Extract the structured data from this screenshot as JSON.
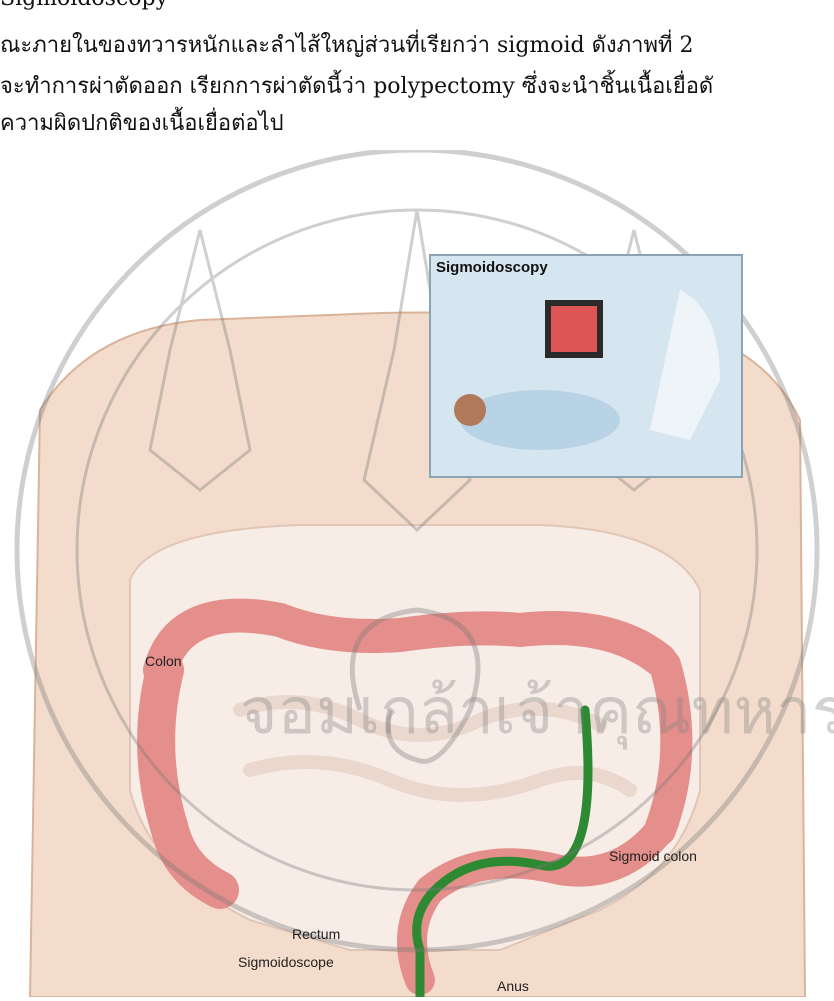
{
  "paragraph": {
    "line1": "Sigmoidoscopy",
    "line2": "ณะภายในของทวารหนักและลำไส้ใหญ่ส่วนที่เรียกว่า sigmoid ดังภาพที่ 2",
    "line3": "จะทำการผ่าตัดออก เรียกการผ่าตัดนี้ว่า polypectomy  ซึ่งจะนำชิ้นเนื้อเยื่อดั",
    "line4": "ความผิดปกติของเนื้อเยื่อต่อไป"
  },
  "figure": {
    "inset_title": "Sigmoidoscopy",
    "labels": {
      "colon": "Colon",
      "sigmoid_colon": "Sigmoid colon",
      "rectum": "Rectum",
      "sigmoidoscope": "Sigmoidoscope",
      "anus": "Anus"
    }
  },
  "watermark": {
    "text_bottom": "จอมเกล้าเจ้าคุณทหาร"
  }
}
